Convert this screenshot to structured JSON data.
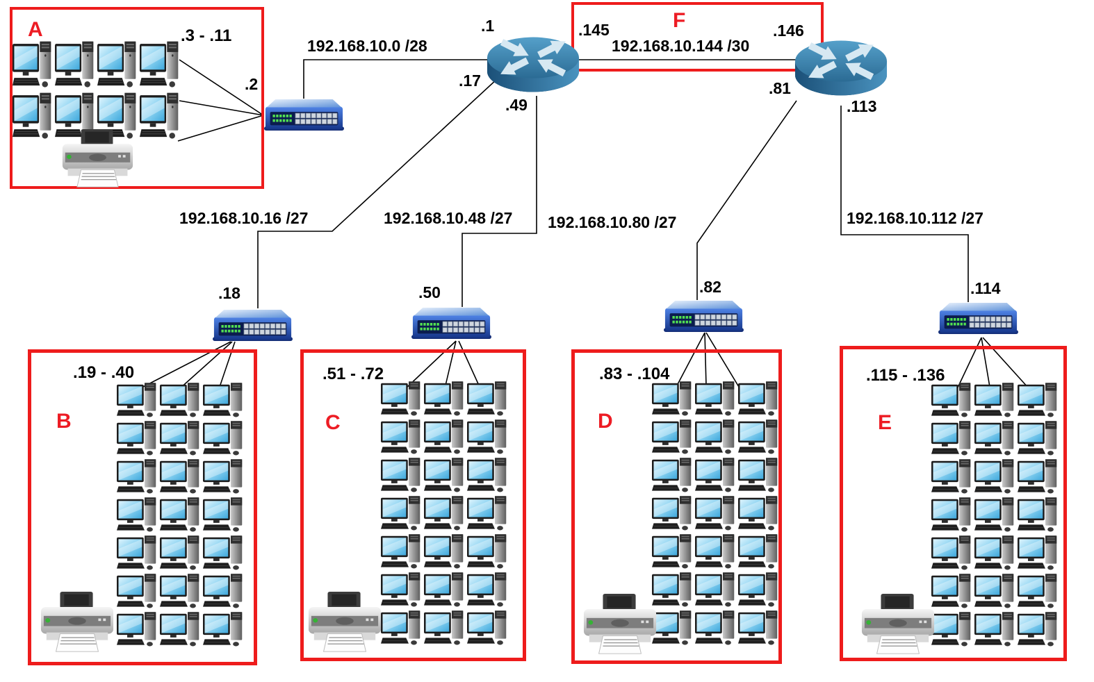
{
  "networks": {
    "lan_a": "192.168.10.0 /28",
    "lan_b": "192.168.10.16 /27",
    "lan_c": "192.168.10.48 /27",
    "lan_d": "192.168.10.80 /27",
    "lan_e": "192.168.10.112 /27",
    "wan_f": "192.168.10.144 /30"
  },
  "routers": {
    "left": {
      "lan_a_if": ".1",
      "lan_b_if": ".17",
      "lan_c_if": ".49",
      "wan_if": ".145"
    },
    "right": {
      "wan_if": ".146",
      "lan_d_if": ".81",
      "lan_e_if": ".113"
    }
  },
  "switches": {
    "a": ".2",
    "b": ".18",
    "c": ".50",
    "d": ".82",
    "e": ".114"
  },
  "groups": {
    "a": {
      "letter": "A",
      "host_range": ".3 - .11",
      "computer_count": 8,
      "printer_count": 1
    },
    "b": {
      "letter": "B",
      "host_range": ".19 - .40",
      "computer_count": 21,
      "printer_count": 1
    },
    "c": {
      "letter": "C",
      "host_range": ".51 - .72",
      "computer_count": 21,
      "printer_count": 1
    },
    "d": {
      "letter": "D",
      "host_range": ".83 - .104",
      "computer_count": 21,
      "printer_count": 1
    },
    "e": {
      "letter": "E",
      "host_range": ".115 - .136",
      "computer_count": 21,
      "printer_count": 1
    },
    "f": {
      "letter": "F"
    }
  },
  "colors": {
    "zone_border_red": "#ee1c1c",
    "letter_red": "#ed1c24",
    "wire_black": "#000000",
    "router_blue": "#2d6e97",
    "switch_blue": "#2b55b0",
    "screen_blue": "#57bae8"
  },
  "icons": {
    "computer": "computer-icon",
    "printer": "printer-icon",
    "switch": "switch-icon",
    "router": "router-icon"
  }
}
